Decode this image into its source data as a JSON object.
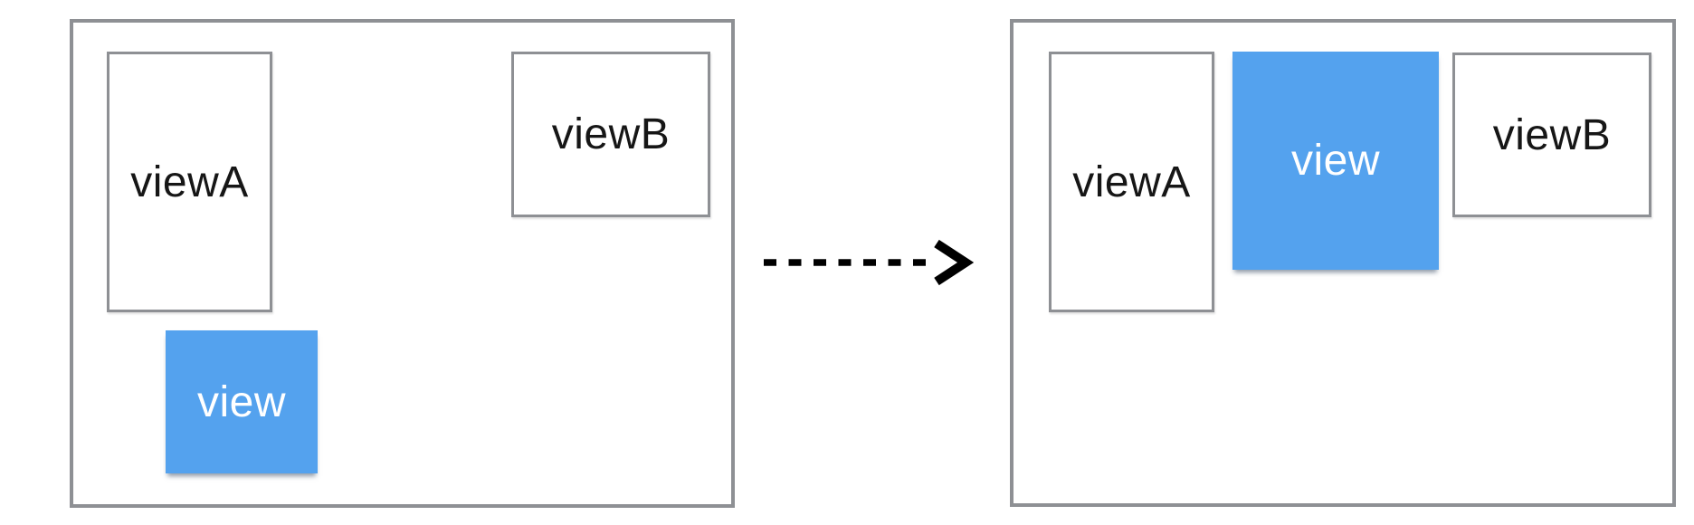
{
  "colors": {
    "accent": "#54A2EE",
    "box_border": "#8E9094",
    "arrow": "#000000",
    "label_dark": "#161616",
    "label_light": "#FFFFFF"
  },
  "before": {
    "viewA_label": "viewA",
    "viewB_label": "viewB",
    "view_label": "view"
  },
  "after": {
    "viewA_label": "viewA",
    "viewB_label": "viewB",
    "view_label": "view"
  }
}
